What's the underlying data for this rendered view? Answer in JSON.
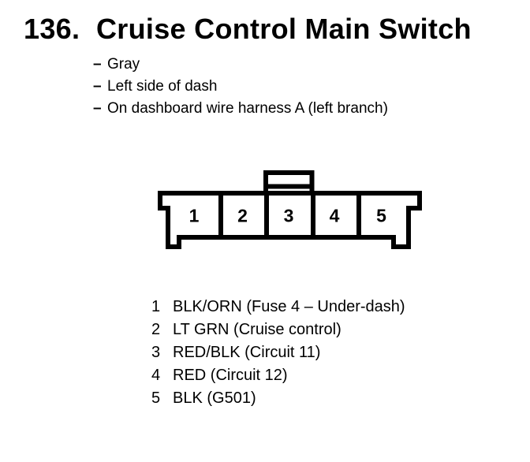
{
  "page": {
    "title_number": "136.",
    "title": "Cruise Control Main Switch"
  },
  "notes": {
    "marker": "–",
    "items": [
      "Gray",
      "Left side of dash",
      "On dashboard wire harness A (left branch)"
    ]
  },
  "connector": {
    "description": "5-cavity connector, front view, latch tab above cavity 3",
    "pins": [
      "1",
      "2",
      "3",
      "4",
      "5"
    ]
  },
  "legend": {
    "rows": [
      {
        "pin": "1",
        "label": "BLK/ORN (Fuse 4 – Under-dash)"
      },
      {
        "pin": "2",
        "label": "LT GRN (Cruise control)"
      },
      {
        "pin": "3",
        "label": "RED/BLK (Circuit 11)"
      },
      {
        "pin": "4",
        "label": "RED (Circuit 12)"
      },
      {
        "pin": "5",
        "label": "BLK (G501)"
      }
    ]
  },
  "colors": {
    "ink": "#000000",
    "paper": "#ffffff"
  }
}
